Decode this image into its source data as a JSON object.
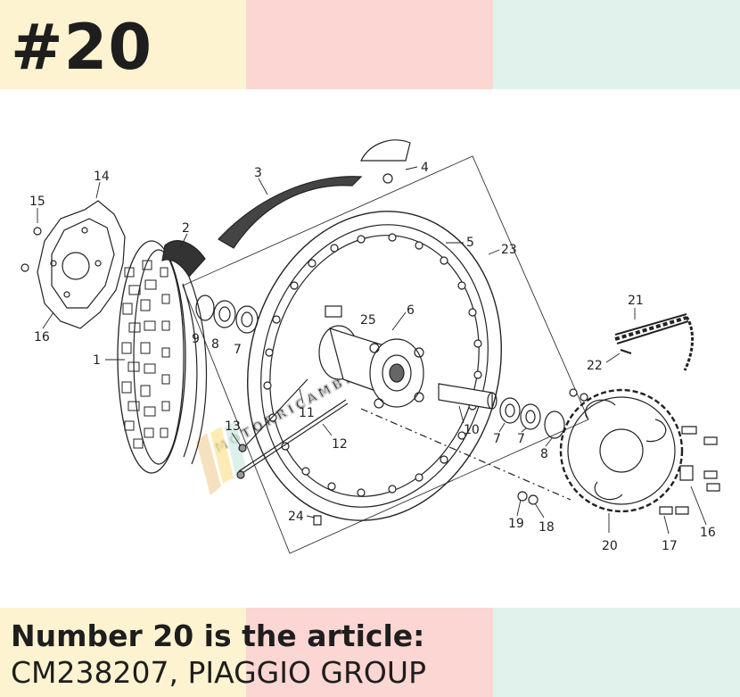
{
  "header": {
    "page_number": "#20",
    "band_colors": [
      "#fdf3d0",
      "#fbd6d3",
      "#e1f2ec"
    ]
  },
  "diagram": {
    "part_labels": [
      "1",
      "2",
      "3",
      "4",
      "5",
      "6",
      "7",
      "7",
      "7",
      "8",
      "8",
      "9",
      "10",
      "11",
      "12",
      "13",
      "14",
      "15",
      "16",
      "16",
      "17",
      "18",
      "19",
      "20",
      "21",
      "22",
      "23",
      "24",
      "25"
    ],
    "watermark": "MOTORRICAMBIA"
  },
  "caption": {
    "title": "Number 20 is the article:",
    "subtitle": "CM238207, PIAGGIO GROUP",
    "band_colors": [
      "#fdf3d0",
      "#fbd6d3",
      "#e1f2ec"
    ]
  }
}
